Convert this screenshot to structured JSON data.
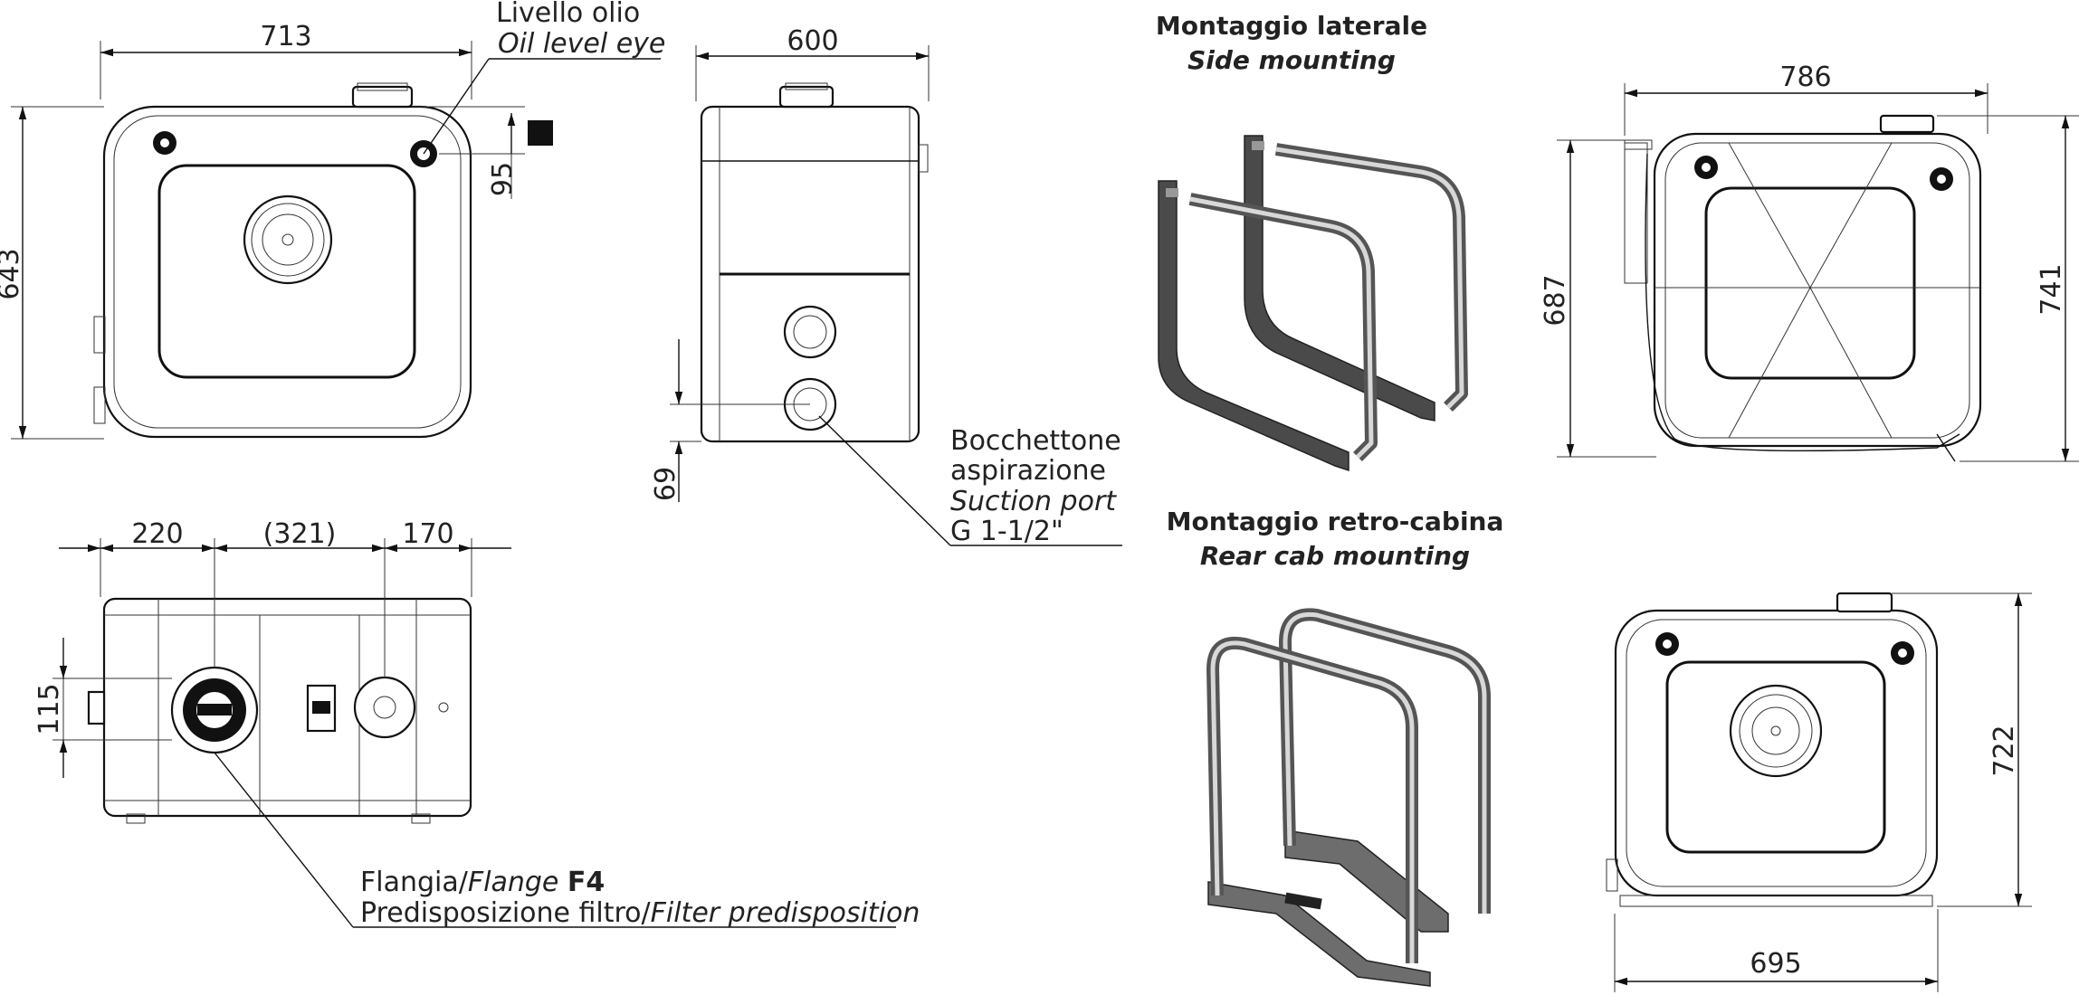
{
  "top_view": {
    "width_dim": "713",
    "height_dim": "643",
    "level_dim": "95"
  },
  "oil_level": {
    "label_it": "Livello olio",
    "label_en": "Oil level eye"
  },
  "side_view": {
    "width_dim": "600",
    "port_dim": "69"
  },
  "suction_port": {
    "label_it_1": "Bocchettone",
    "label_it_2": "aspirazione",
    "label_en": "Suction port",
    "thread": "G 1-1/2\""
  },
  "front_view": {
    "dim_left": "220",
    "dim_mid": "(321)",
    "dim_right": "170",
    "dim_height": "115"
  },
  "flange": {
    "label_it": "Flangia/",
    "label_en": "Flange",
    "code": "F4",
    "filter_it": "Predisposizione filtro/",
    "filter_en": "Filter predisposition"
  },
  "side_mounting": {
    "title_it": "Montaggio laterale",
    "title_en": "Side mounting"
  },
  "side_mount_view": {
    "width_dim": "786",
    "height_dim": "687",
    "height2_dim": "741"
  },
  "rear_mounting": {
    "title_it": "Montaggio retro-cabina",
    "title_en": "Rear cab mounting"
  },
  "rear_mount_view": {
    "width_dim": "695",
    "height_dim": "722"
  }
}
